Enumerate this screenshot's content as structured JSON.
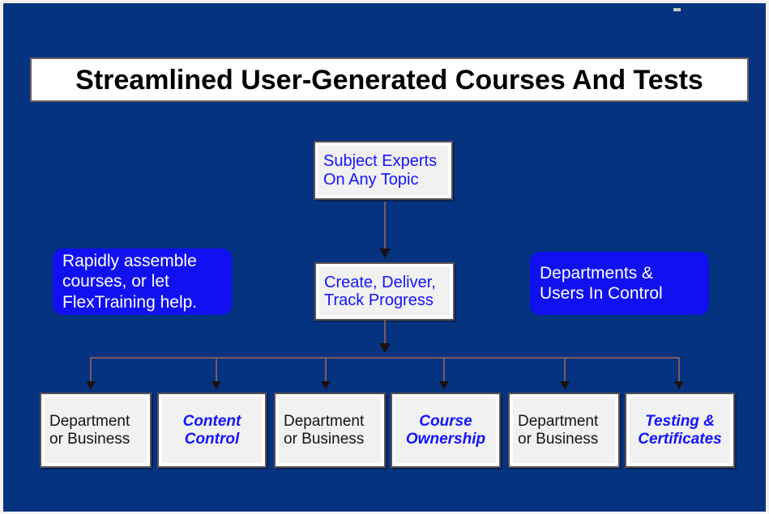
{
  "slide": {
    "background_color": "#06337f",
    "frame_color": "#f2f2f2",
    "title": "Streamlined User-Generated Courses And Tests"
  },
  "diagram": {
    "top_node": {
      "name": "subject-experts-node",
      "lines": [
        "Subject Experts",
        "On Any Topic"
      ],
      "text_color": "#1414ff",
      "fill_color": "#f1f1f1"
    },
    "middle_node": {
      "name": "create-deliver-track-node",
      "lines": [
        "Create, Deliver,",
        "Track Progress"
      ],
      "text_color": "#1414ff",
      "fill_color": "#f1f1f1"
    },
    "left_callout": {
      "name": "rapidly-assemble-callout",
      "lines": [
        "Rapidly assemble",
        "courses, or let",
        "FlexTraining help."
      ],
      "text_color": "#ffffff",
      "fill_color": "#1010f0"
    },
    "right_callout": {
      "name": "departments-users-callout",
      "lines": [
        "Departments &",
        "Users In Control"
      ],
      "text_color": "#ffffff",
      "fill_color": "#1010f0"
    },
    "bottom_nodes": [
      {
        "name": "department-or-business-1",
        "lines": [
          "Department",
          "or Business"
        ],
        "style": "plain",
        "text_color": "#141414"
      },
      {
        "name": "content-control",
        "lines": [
          "Content",
          "Control"
        ],
        "style": "italic",
        "text_color": "#1414ff"
      },
      {
        "name": "department-or-business-2",
        "lines": [
          "Department",
          "or Business"
        ],
        "style": "plain",
        "text_color": "#141414"
      },
      {
        "name": "course-ownership",
        "lines": [
          "Course",
          "Ownership"
        ],
        "style": "italic",
        "text_color": "#1414ff"
      },
      {
        "name": "department-or-business-3",
        "lines": [
          "Department",
          "or Business"
        ],
        "style": "plain",
        "text_color": "#141414"
      },
      {
        "name": "testing-and-certificates",
        "lines": [
          "Testing &",
          "Certificates"
        ],
        "style": "italic",
        "text_color": "#1414ff"
      }
    ],
    "connectors": {
      "line_color": "#7a5a5c",
      "arrow_color": "#1a1012",
      "description": "Subject Experts flows down to Create/Deliver/Track, which fans out to six bottom nodes."
    }
  }
}
